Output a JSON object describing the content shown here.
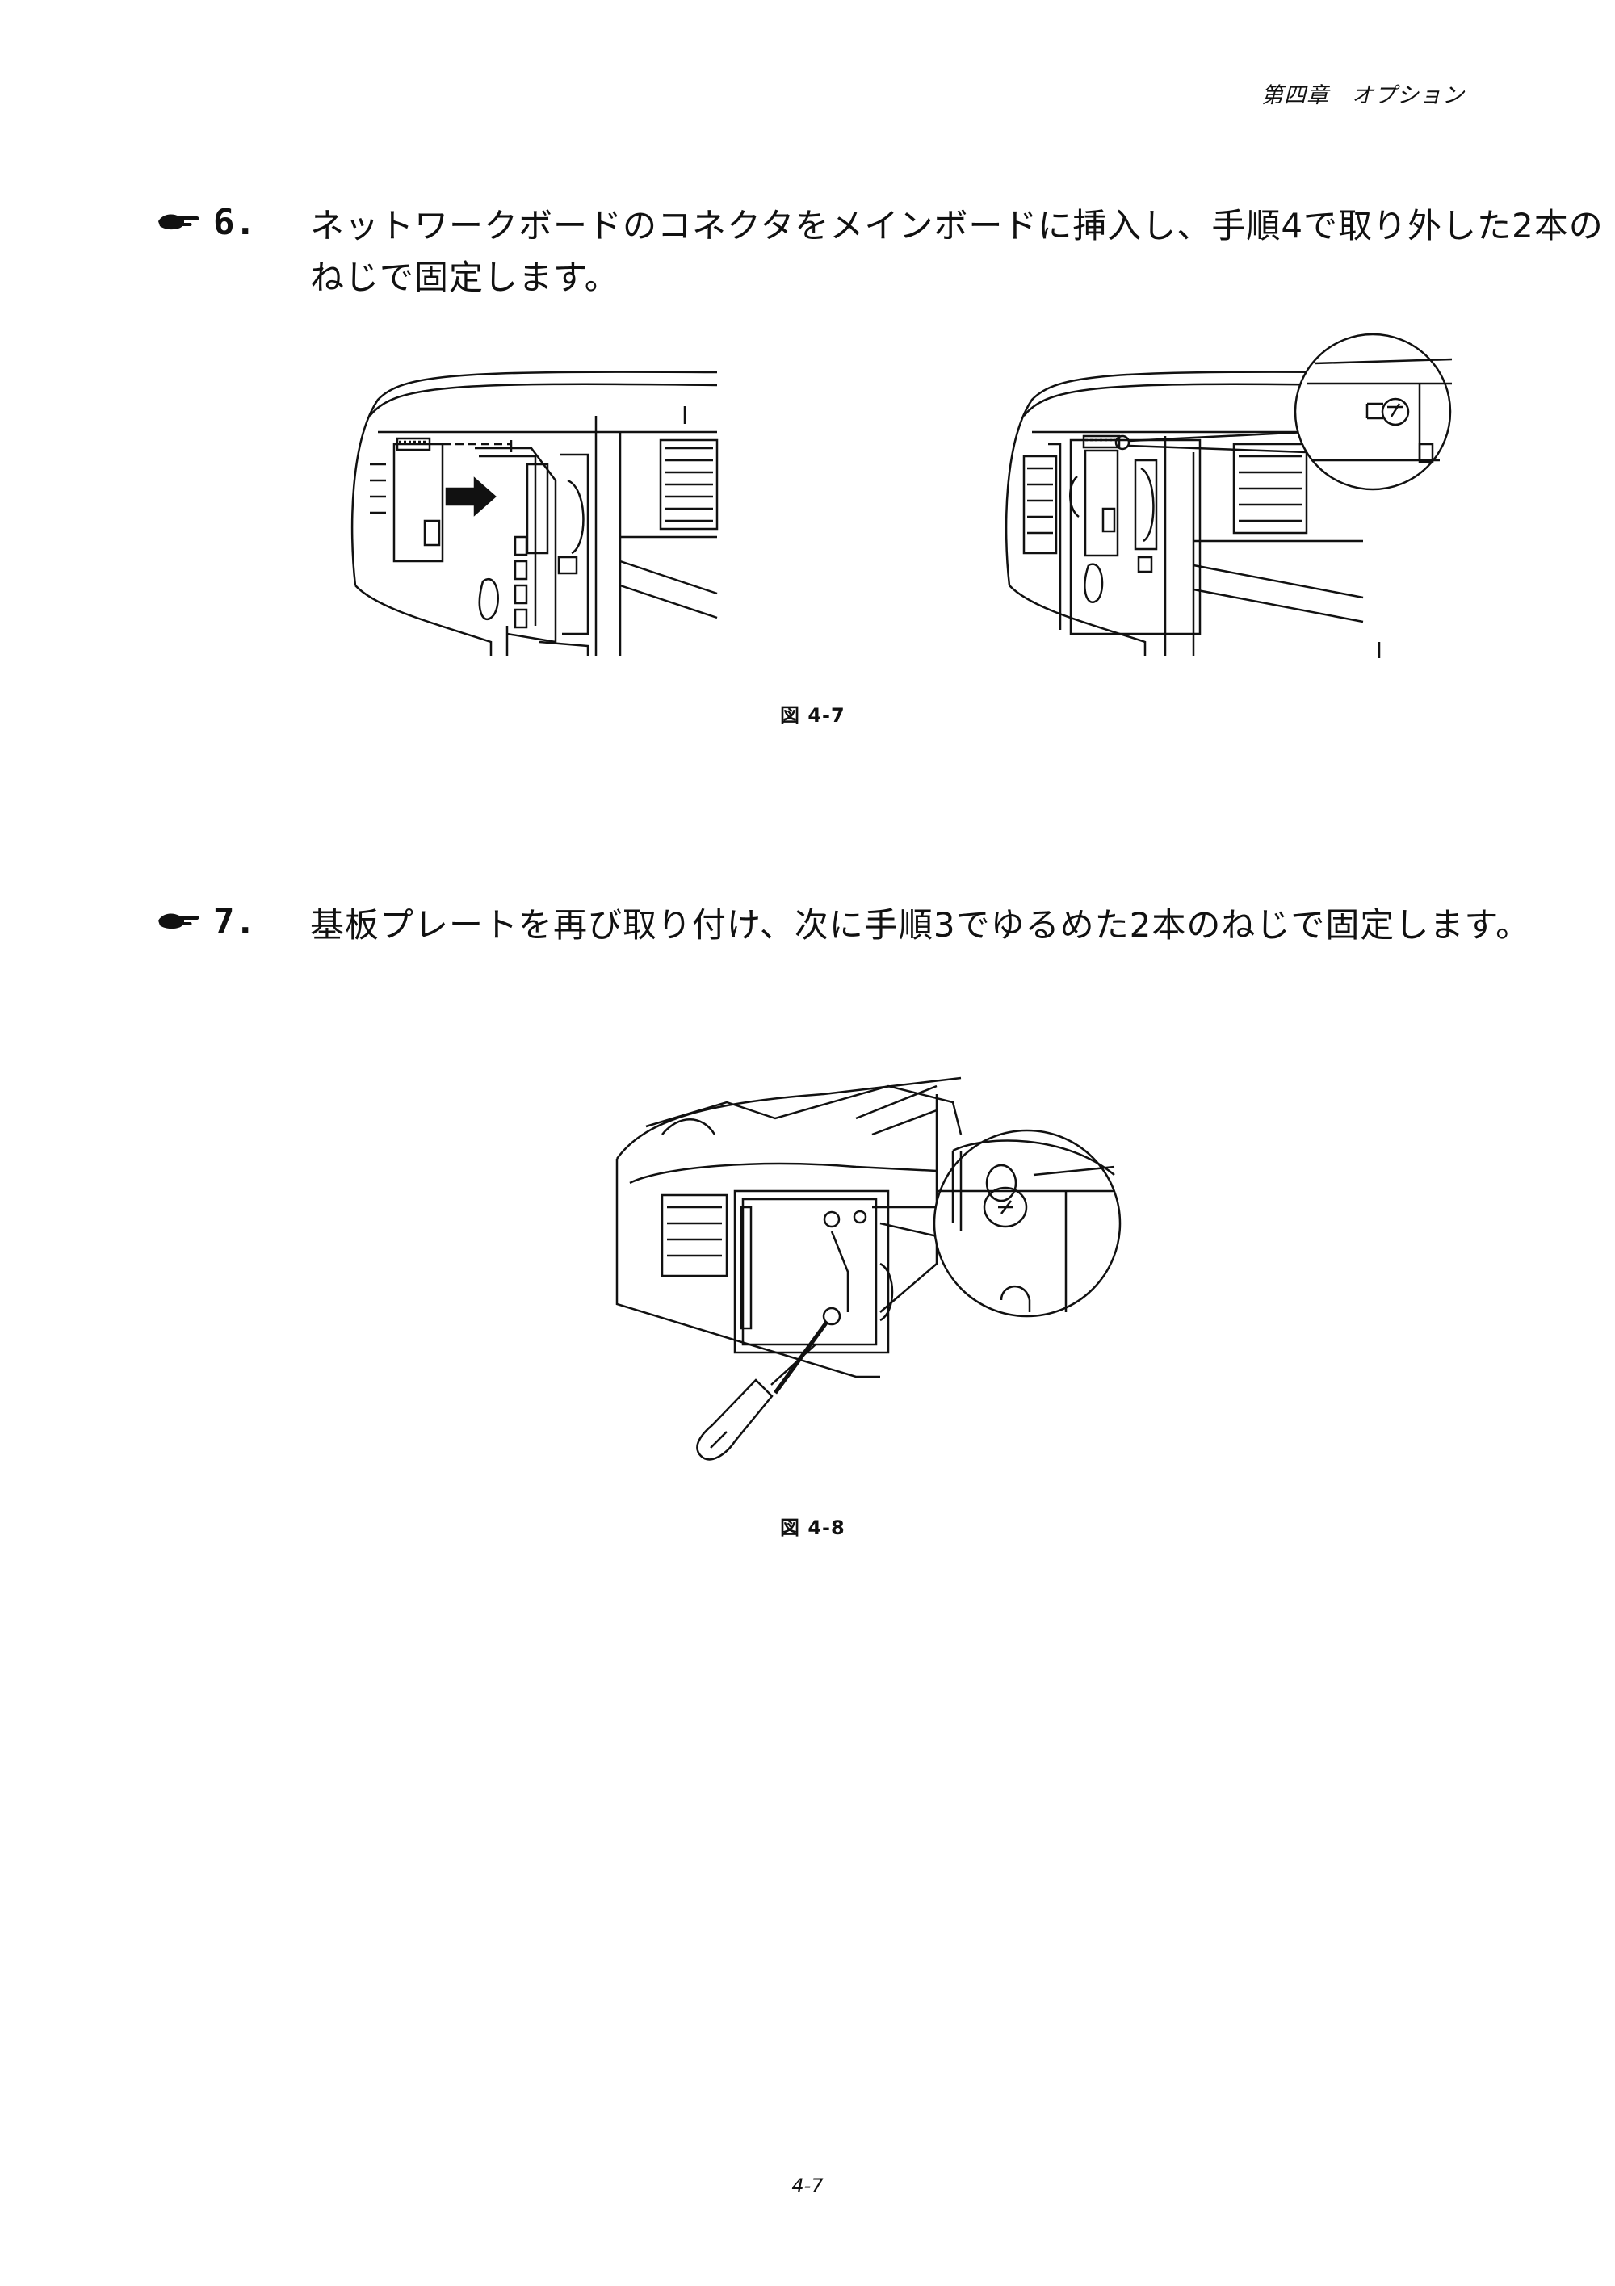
{
  "header": {
    "chapter": "第四章　オプション"
  },
  "steps": [
    {
      "number": "6.",
      "text": "ネットワークボードのコネクタをメインボードに挿入し、手順4で取り外した2本のねじで固定します。"
    },
    {
      "number": "7.",
      "text": "基板プレートを再び取り付け、次に手順3でゆるめた2本のねじで固定します。"
    }
  ],
  "figures": [
    {
      "caption": "図 4-7"
    },
    {
      "caption": "図 4-8"
    }
  ],
  "footer": {
    "page_number": "4-7"
  },
  "icons": {
    "step_marker": "pointing-hand-icon"
  }
}
